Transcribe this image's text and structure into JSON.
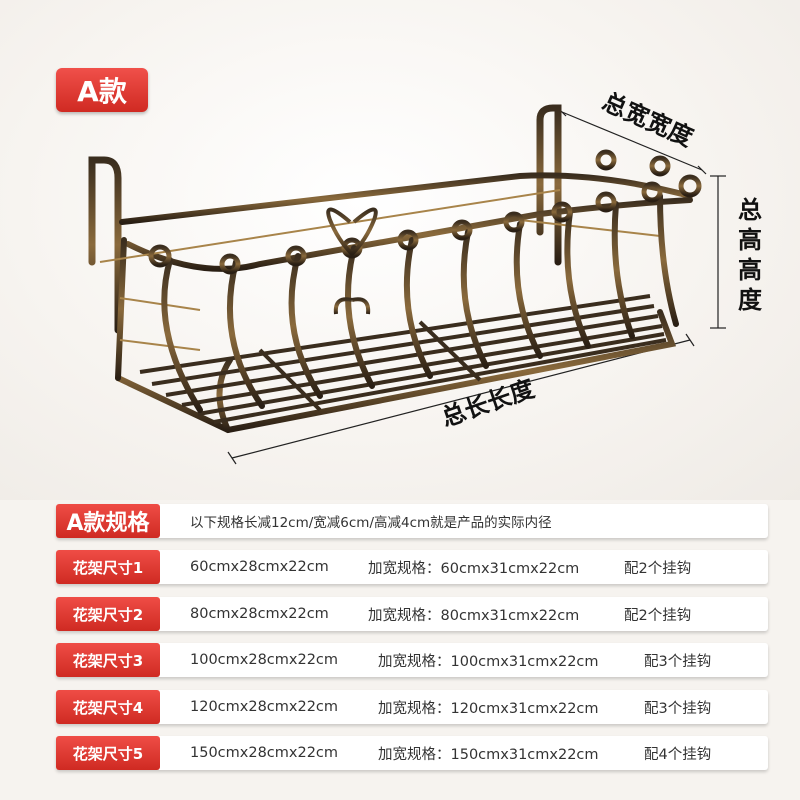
{
  "badge": "A款",
  "dimensions": {
    "width_label": "总宽宽度",
    "height_label": "总高高度",
    "length_label": "总长长度"
  },
  "spec_header": {
    "title": "A款规格",
    "note": "以下规格长减12cm/宽减6cm/高减4cm就是产品的实际内径"
  },
  "specs": [
    {
      "label": "花架尺寸1",
      "size": "60cmx28cmx22cm",
      "wide": "加宽规格：60cmx31cmx22cm",
      "hooks": "配2个挂钩"
    },
    {
      "label": "花架尺寸2",
      "size": "80cmx28cmx22cm",
      "wide": "加宽规格：80cmx31cmx22cm",
      "hooks": "配2个挂钩"
    },
    {
      "label": "花架尺寸3",
      "size": "100cmx28cmx22cm",
      "wide": "加宽规格：100cmx31cmx22cm",
      "hooks": "配3个挂钩"
    },
    {
      "label": "花架尺寸4",
      "size": "120cmx28cmx22cm",
      "wide": "加宽规格：120cmx31cmx22cm",
      "hooks": "配3个挂钩"
    },
    {
      "label": "花架尺寸5",
      "size": "150cmx28cmx22cm",
      "wide": "加宽规格：150cmx31cmx22cm",
      "hooks": "配4个挂钩"
    }
  ],
  "colors": {
    "accent": "#d8322a",
    "metal": "#2b2118",
    "bronze": "#a8844a"
  }
}
